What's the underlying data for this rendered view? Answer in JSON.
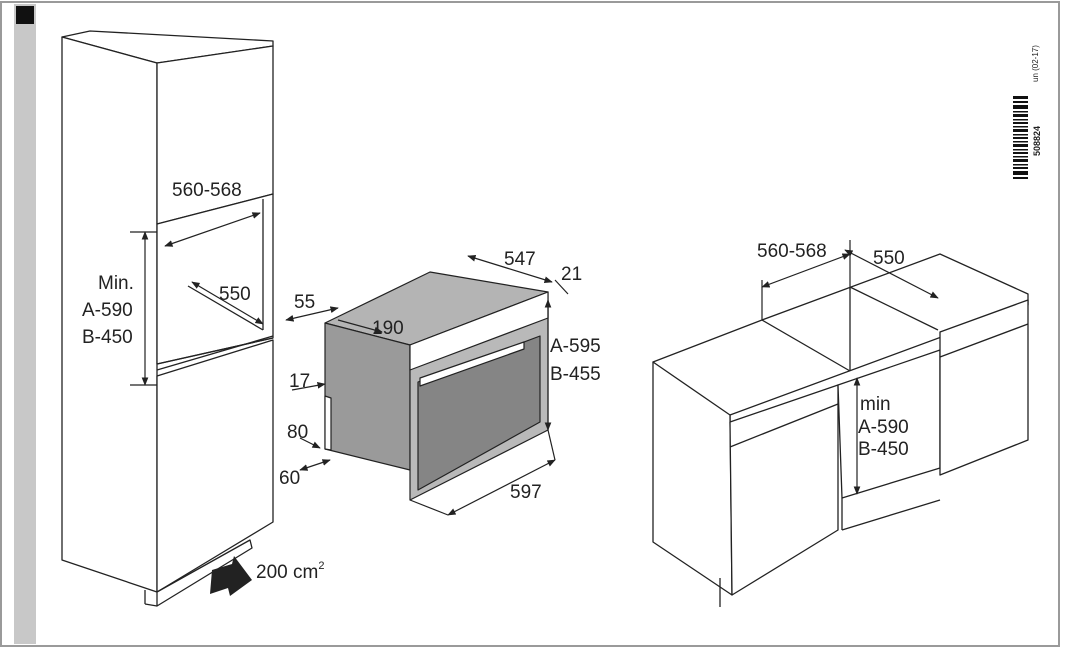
{
  "colors": {
    "frame": "#9a9a9a",
    "side_bar": "#c8c8c8",
    "line": "#222222",
    "oven_gray": "#9a9a9a",
    "oven_door": "#888888",
    "oven_top": "#b4b4b4"
  },
  "tall_cabinet": {
    "niche_width": "560-568",
    "niche_depth": "550",
    "min_label": "Min.",
    "height_a": "A-590",
    "height_b": "B-450",
    "ventilation_value": "200 cm",
    "ventilation_exp": "2"
  },
  "oven": {
    "depth": "547",
    "front_thickness": "21",
    "top_offset": "55",
    "top_depth": "190",
    "height_a": "A-595",
    "height_b": "B-455",
    "side_offset": "17",
    "bottom_offset": "80",
    "bottom_depth": "60",
    "width": "597"
  },
  "under_counter": {
    "niche_width": "560-568",
    "niche_depth": "550",
    "min_label": "min",
    "height_a": "A-590",
    "height_b": "B-450"
  },
  "margin": {
    "code": "508824",
    "version": "un (02-17)"
  }
}
